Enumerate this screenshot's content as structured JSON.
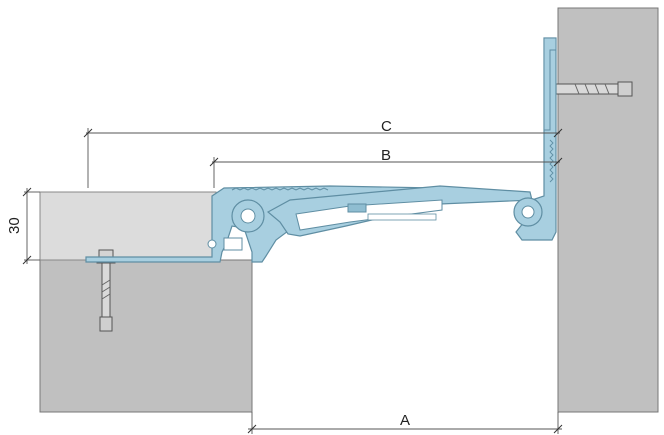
{
  "labels": {
    "dim_a": "A",
    "dim_b": "B",
    "dim_c": "C",
    "dim_height": "30"
  },
  "colors": {
    "concrete": "#c0c0c0",
    "screed": "#dcdcdc",
    "profile_fill": "#a8cfe0",
    "profile_edge": "#5f8ea3",
    "line": "#555555",
    "anchor_metal": "#cfcfcf"
  },
  "icons": {
    "floor_anchor": "anchor-bolt-icon",
    "wall_anchor": "wall-anchor-icon"
  }
}
